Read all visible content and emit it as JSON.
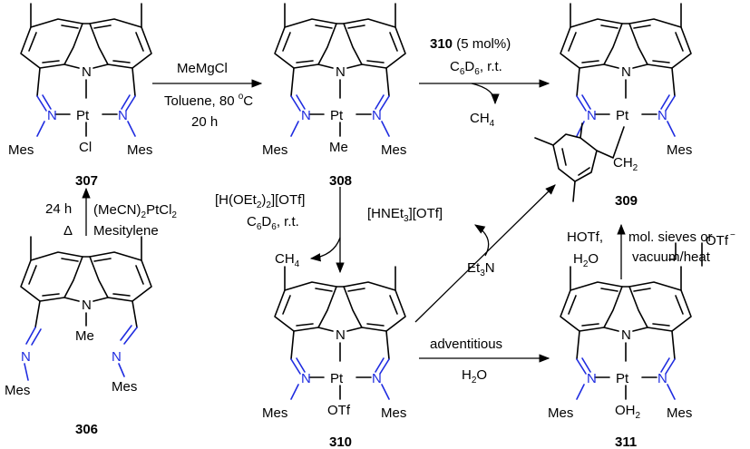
{
  "compounds": {
    "c307": {
      "id": "307",
      "n": "N",
      "pt": "Pt",
      "lig": "Cl",
      "mes": "Mes"
    },
    "c308": {
      "id": "308",
      "n": "N",
      "pt": "Pt",
      "lig": "Me",
      "mes": "Mes"
    },
    "c309": {
      "id": "309",
      "n": "N",
      "pt": "Pt",
      "ch2": "CH",
      "ch2sub": "2",
      "mes": "Mes"
    },
    "c310": {
      "id": "310",
      "n": "N",
      "pt": "Pt",
      "lig": "OTf",
      "mes": "Mes"
    },
    "c311": {
      "id": "311",
      "n": "N",
      "pt": "Pt",
      "lig": "OH",
      "ligsub": "2",
      "mes": "Mes",
      "counter": "OTf",
      "charge": "−"
    },
    "c306": {
      "id": "306",
      "n": "N",
      "me": "Me",
      "mes": "Mes"
    }
  },
  "steps": {
    "s1": {
      "reagent": "MeMgCl",
      "cond1": "Toluene, 80 ",
      "cond1b": "o",
      "cond1c": "C",
      "cond2": "20 h"
    },
    "s2": {
      "cat": "310",
      "catload": " (5 mol%)",
      "solvA": "C",
      "solvAsub": "6",
      "solvB": "D",
      "solvBsub": "6",
      "solvC": ", r.t.",
      "byproduct": "CH",
      "byproductsub": "4"
    },
    "s3": {
      "time": "24 h",
      "heat": "Δ",
      "reagentA": "(MeCN)",
      "reagentAsub": "2",
      "reagentB": "PtCl",
      "reagentBsub": "2",
      "solvent": "Mesitylene"
    },
    "s4": {
      "acidA": "[H(OEt",
      "acidAsub": "2",
      "acidB": ")",
      "acidBsub": "2",
      "acidC": "][OTf]",
      "solvA": "C",
      "solvAsub": "6",
      "solvB": "D",
      "solvBsub": "6",
      "solvC": ", r.t.",
      "byproduct": "CH",
      "byproductsub": "4"
    },
    "s5": {
      "salt": "[HNEt",
      "saltsub": "3",
      "salt2": "][OTf]",
      "base": "Et",
      "basesub": "3",
      "base2": "N"
    },
    "s6": {
      "label1": "adventitious",
      "label2": "H",
      "label2sub": "2",
      "label3": "O"
    },
    "s7": {
      "left1": "HOTf,",
      "left2": "H",
      "left2sub": "2",
      "left3": "O",
      "right1": "mol. sieves or",
      "right2": "vacuum/heat"
    }
  }
}
